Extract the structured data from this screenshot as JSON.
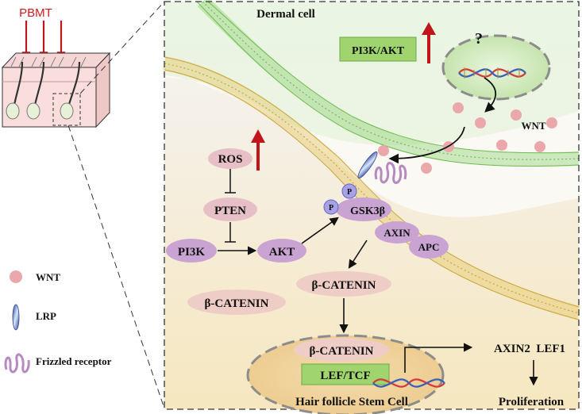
{
  "stimulus": {
    "label": "PBMT"
  },
  "panel": {
    "dermal_cell": "Dermal cell",
    "hair_follicle_stem_cell": "Hair follicle Stem Cell",
    "question_mark": "?"
  },
  "nodes": {
    "pi3k_akt_box": "PI3K/AKT",
    "wnt": "WNT",
    "ros": "ROS",
    "pten": "PTEN",
    "pi3k": "PI3K",
    "akt": "AKT",
    "p1": "P",
    "p2": "P",
    "gsk3b": "GSK3β",
    "axin": "AXIN",
    "apc": "APC",
    "beta_catenin_cyto": "β-CATENIN",
    "beta_catenin_free": "β-CATENIN",
    "beta_catenin_nuc": "β-CATENIN",
    "lef_tcf": "LEF/TCF",
    "targets": "AXIN2  LEF1",
    "proliferation": "Proliferation"
  },
  "legend": {
    "items": [
      {
        "label": "WNT",
        "icon": "wnt-dot-icon"
      },
      {
        "label": "LRP",
        "icon": "lrp-icon"
      },
      {
        "label": "Frizzled receptor",
        "icon": "frizzled-receptor-icon"
      }
    ]
  },
  "colors": {
    "arrow_red": "#c0161b",
    "membrane_green": "#79c85a",
    "membrane_yellow": "#e0c25a",
    "oval_pink": "#e6c0c6",
    "oval_purple": "#c9a4d2",
    "box_green": "#9fd46f",
    "title_green": "#3f8c2c",
    "prolif_red": "#c0161b",
    "title_brown": "#8a5a17"
  }
}
